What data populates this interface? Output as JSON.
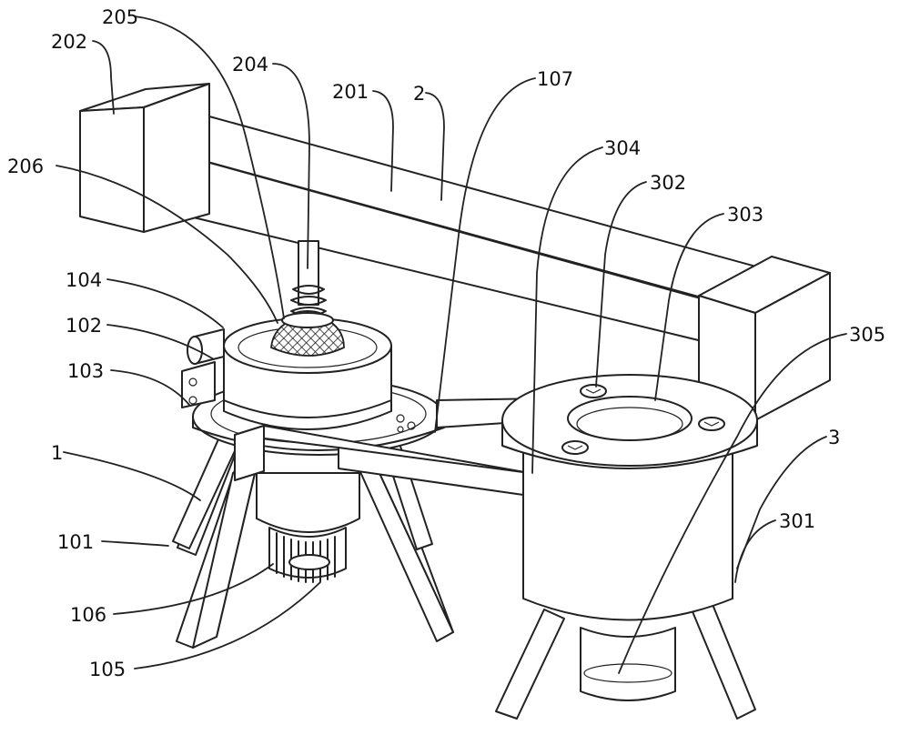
{
  "diagram": {
    "labels": [
      {
        "id": "202",
        "text": "202"
      },
      {
        "id": "205",
        "text": "205"
      },
      {
        "id": "204",
        "text": "204"
      },
      {
        "id": "201",
        "text": "201"
      },
      {
        "id": "2",
        "text": "2"
      },
      {
        "id": "107",
        "text": "107"
      },
      {
        "id": "304",
        "text": "304"
      },
      {
        "id": "302",
        "text": "302"
      },
      {
        "id": "303",
        "text": "303"
      },
      {
        "id": "206",
        "text": "206"
      },
      {
        "id": "104",
        "text": "104"
      },
      {
        "id": "102",
        "text": "102"
      },
      {
        "id": "103",
        "text": "103"
      },
      {
        "id": "305",
        "text": "305"
      },
      {
        "id": "3",
        "text": "3"
      },
      {
        "id": "1",
        "text": "1"
      },
      {
        "id": "301",
        "text": "301"
      },
      {
        "id": "101",
        "text": "101"
      },
      {
        "id": "106",
        "text": "106"
      },
      {
        "id": "105",
        "text": "105"
      }
    ]
  }
}
